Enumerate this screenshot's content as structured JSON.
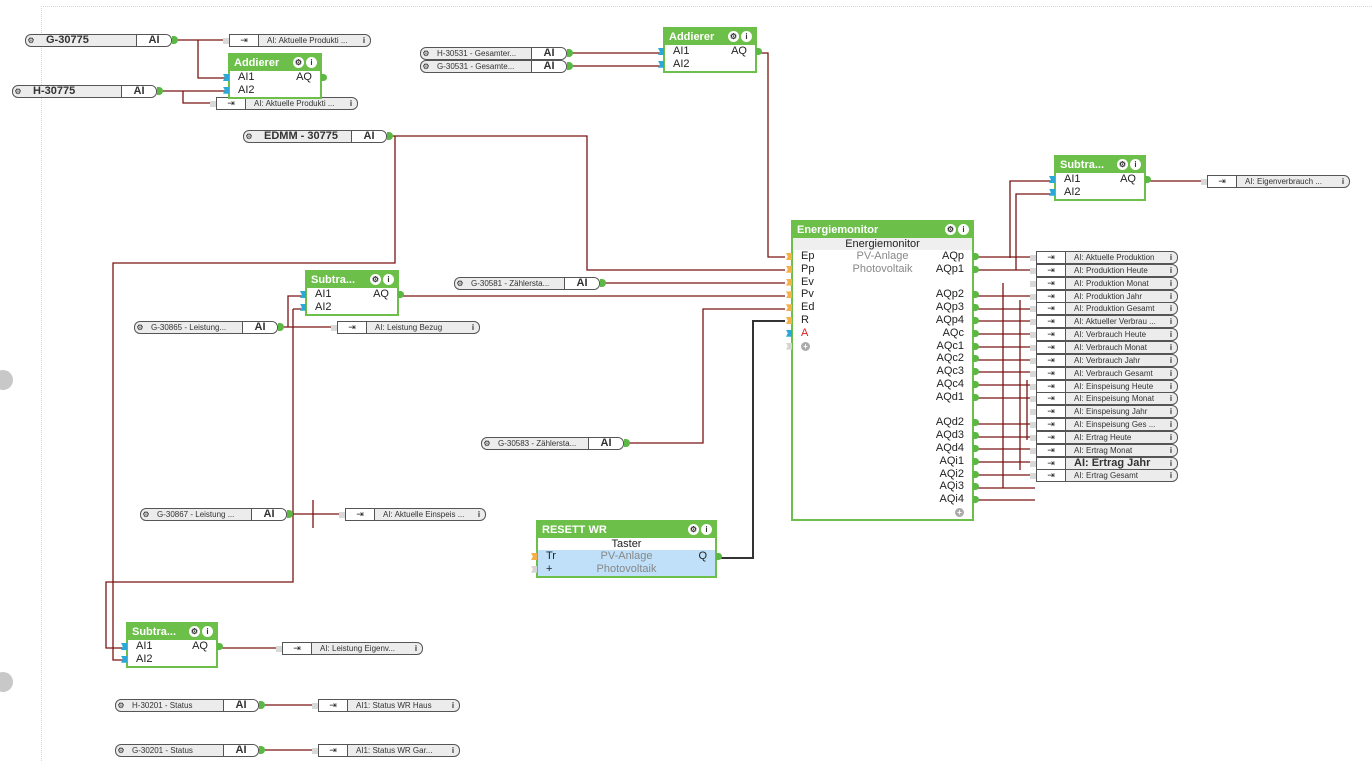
{
  "inputs": [
    {
      "id": "in-g30775",
      "label": "G-30775",
      "type": "AI",
      "big": true
    },
    {
      "id": "in-h30775",
      "label": "H-30775",
      "type": "AI",
      "big": true
    },
    {
      "id": "in-edmm",
      "label": "EDMM - 30775",
      "type": "AI",
      "big": true
    },
    {
      "id": "in-h30531",
      "label": "H-30531  -  Gesamter...",
      "type": "AI"
    },
    {
      "id": "in-g30531",
      "label": "G-30531  -  Gesamte...",
      "type": "AI"
    },
    {
      "id": "in-g30581",
      "label": "G-30581  -  Zählersta...",
      "type": "AI"
    },
    {
      "id": "in-g30865",
      "label": "G-30865  -  Leistung...",
      "type": "AI"
    },
    {
      "id": "in-g30583",
      "label": "G-30583  -  Zählersta...",
      "type": "AI"
    },
    {
      "id": "in-g30867",
      "label": "G-30867  -  Leistung ...",
      "type": "AI"
    },
    {
      "id": "in-h30201",
      "label": "H-30201 - Status",
      "type": "AI"
    },
    {
      "id": "in-g30201",
      "label": "G-30201 - Status",
      "type": "AI"
    }
  ],
  "outputs": {
    "top1": "AI:  Aktuelle  Produkti ...",
    "top2": "AI:  Aktuelle  Produkti ...",
    "eigen": "AI:  Eigenverbrauch ...",
    "bezug": "AI: Leistung Bezug",
    "einspeis": "AI:  Aktuelle  Einspeis ...",
    "leistEigen": "AI:  Leistung  Eigenv...",
    "statusHaus": "AI1: Status WR Haus",
    "statusGar": "AI1:  Status  WR  Gar...",
    "monitor": [
      "AI: Aktuelle Produktion",
      "AI: Produktion Heute",
      "AI: Produktion Monat",
      "AI: Produktion Jahr",
      "AI: Produktion Gesamt",
      "AI:  Aktueller  Verbrau ...",
      "AI: Verbrauch Heute",
      "AI: Verbrauch Monat",
      "AI: Verbrauch Jahr",
      "AI: Verbrauch Gesamt",
      "AI: Einspeisung Heute",
      "AI: Einspeisung Monat",
      "AI: Einspeisung Jahr",
      "AI:  Einspeisung  Ges ...",
      "AI: Ertrag Heute",
      "AI: Ertrag Monat",
      "AI: Ertrag Jahr",
      "AI: Ertrag Gesamt"
    ]
  },
  "blocks": {
    "add1": {
      "title": "Addierer",
      "in": [
        "AI1",
        "AI2"
      ],
      "out": "AQ"
    },
    "add2": {
      "title": "Addierer",
      "in": [
        "AI1",
        "AI2"
      ],
      "out": "AQ"
    },
    "sub1": {
      "title": "Subtra...",
      "in": [
        "AI1",
        "AI2"
      ],
      "out": "AQ"
    },
    "sub2": {
      "title": "Subtra...",
      "in": [
        "AI1",
        "AI2"
      ],
      "out": "AQ"
    },
    "sub3": {
      "title": "Subtra...",
      "in": [
        "AI1",
        "AI2"
      ],
      "out": "AQ"
    },
    "energy": {
      "title": "Energiemonitor",
      "subtitle": "Energiemonitor",
      "desc1": "PV-Anlage",
      "desc2": "Photovoltaik",
      "in": [
        "Ep",
        "Pp",
        "Ev",
        "Pv",
        "Ed",
        "R",
        "A"
      ],
      "out": [
        "AQp",
        "AQp1",
        "",
        "AQp2",
        "AQp3",
        "AQp4",
        "AQc",
        "AQc1",
        "AQc2",
        "AQc3",
        "AQc4",
        "AQd1",
        "",
        "AQd2",
        "AQd3",
        "AQd4",
        "AQi1",
        "AQi2",
        "AQi3",
        "AQi4"
      ]
    },
    "reset": {
      "title": "RESETT WR",
      "subtitle": "Taster",
      "in": "Tr",
      "out": "Q",
      "desc1": "PV-Anlage",
      "desc2": "Photovoltaik"
    }
  },
  "icons": {
    "gear": "⚙",
    "info": "i",
    "output": "⇥",
    "plus": "+"
  }
}
